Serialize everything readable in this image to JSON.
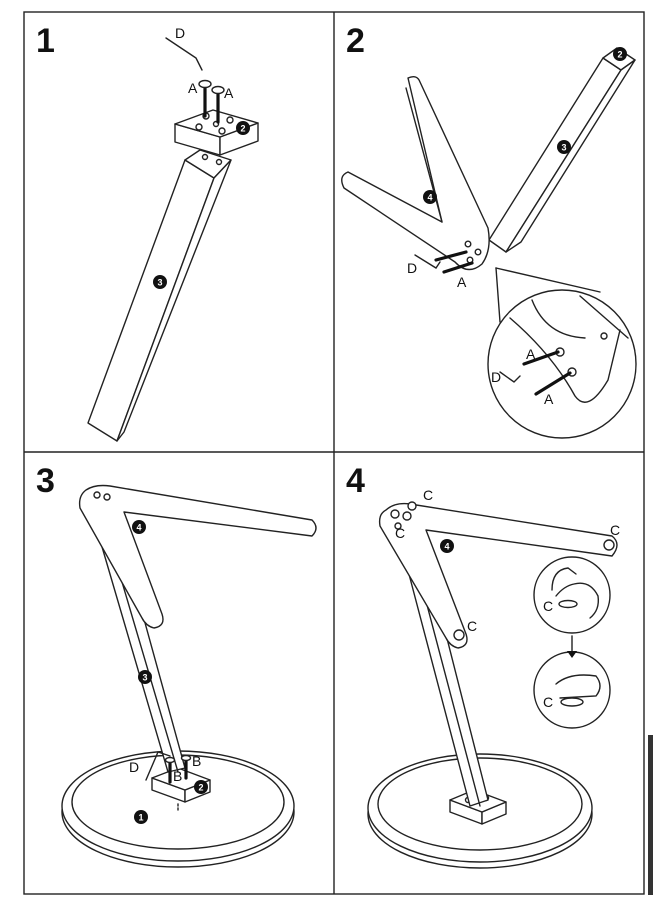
{
  "steps": [
    {
      "number": "1",
      "labels": {
        "wrench": "D",
        "screw_left": "A",
        "screw_right": "A"
      },
      "badges": {
        "bracket": "2",
        "pole": "3"
      }
    },
    {
      "number": "2",
      "labels": {
        "wrench": "D",
        "screws": "A",
        "zoom_screw_top": "A",
        "zoom_screw_bottom": "A",
        "zoom_wrench": "D"
      },
      "badges": {
        "pole_top": "2",
        "pole": "3",
        "arm": "4"
      }
    },
    {
      "number": "3",
      "labels": {
        "wrench": "D",
        "screw_b_left": "B",
        "screw_b_right": "B"
      },
      "badges": {
        "arm": "4",
        "pole": "3",
        "bracket": "2",
        "base": "1"
      }
    },
    {
      "number": "4",
      "labels": {
        "cap_top": "C",
        "cap_left": "C",
        "cap_right": "C",
        "cap_elbow": "C",
        "press_top": "C",
        "press_bottom": "C"
      },
      "badges": {
        "arm": "4"
      }
    }
  ]
}
